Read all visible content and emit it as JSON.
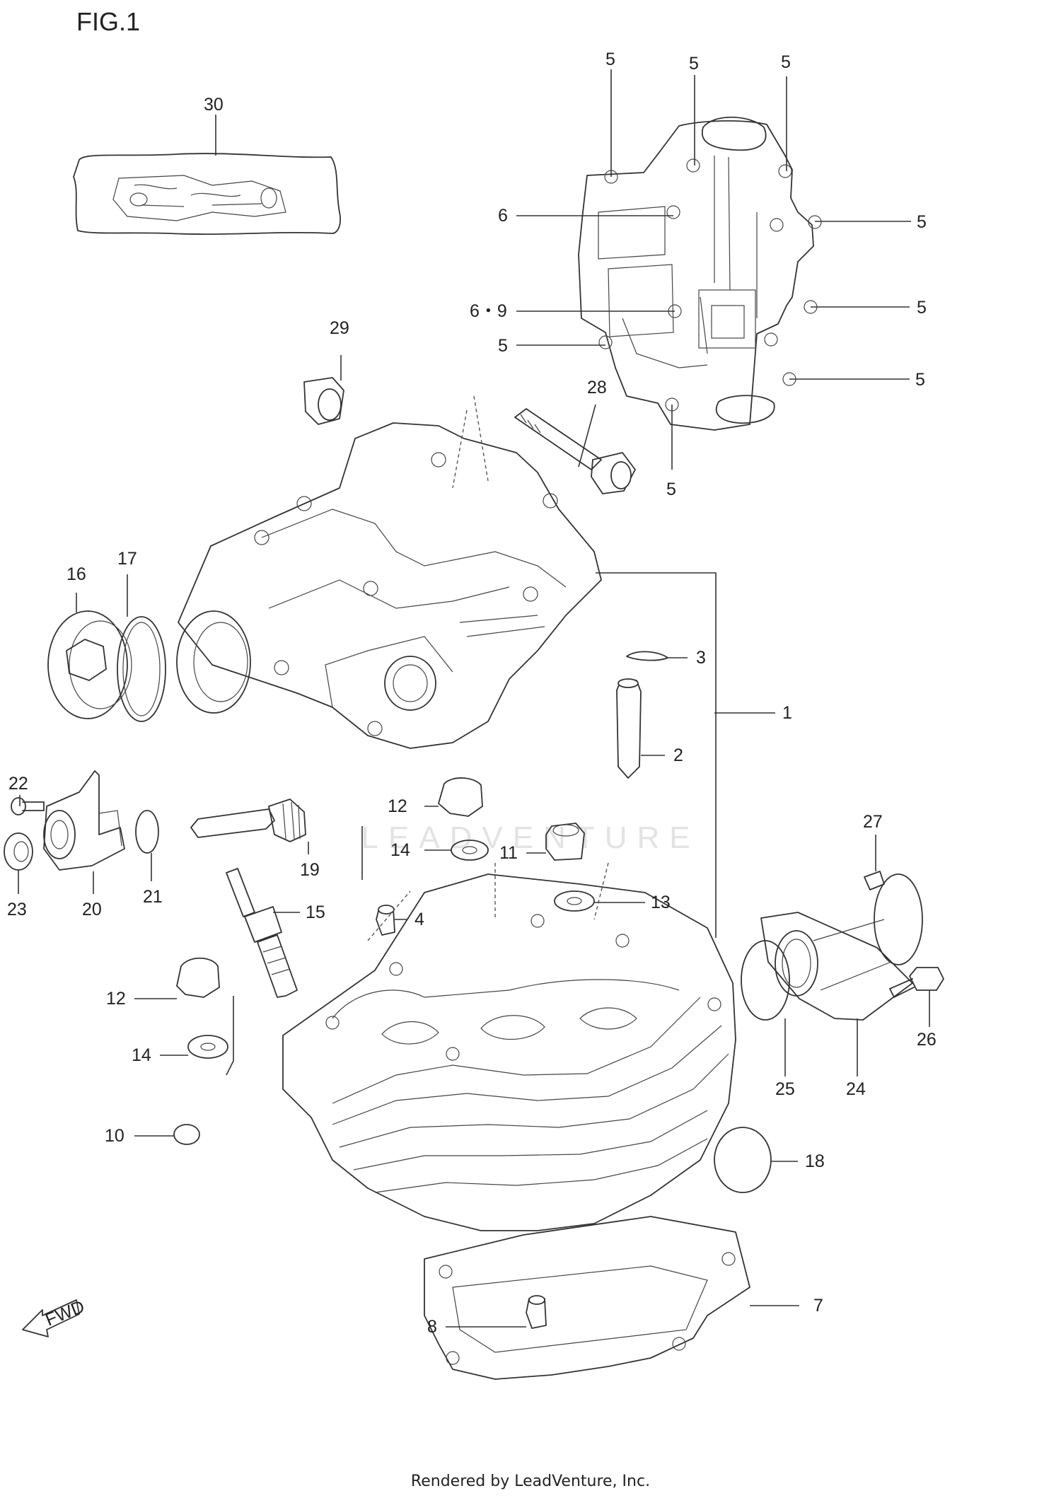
{
  "figure": {
    "title": "FIG.1"
  },
  "footer": {
    "text": "Rendered by LeadVenture, Inc."
  },
  "watermark": {
    "text": "LEADVENTURE"
  },
  "fwd_arrow": {
    "label": "FWD"
  },
  "callouts": [
    {
      "id": "c30",
      "label": "30"
    },
    {
      "id": "c5a",
      "label": "5"
    },
    {
      "id": "c5b",
      "label": "5"
    },
    {
      "id": "c5c",
      "label": "5"
    },
    {
      "id": "c6",
      "label": "6"
    },
    {
      "id": "c5d",
      "label": "5"
    },
    {
      "id": "c69",
      "label": "6・9"
    },
    {
      "id": "c5e",
      "label": "5"
    },
    {
      "id": "c5f",
      "label": "5"
    },
    {
      "id": "c5g",
      "label": "5"
    },
    {
      "id": "c29",
      "label": "29"
    },
    {
      "id": "c28",
      "label": "28"
    },
    {
      "id": "c5h",
      "label": "5"
    },
    {
      "id": "c16",
      "label": "16"
    },
    {
      "id": "c17",
      "label": "17"
    },
    {
      "id": "c3",
      "label": "3"
    },
    {
      "id": "c1",
      "label": "1"
    },
    {
      "id": "c2",
      "label": "2"
    },
    {
      "id": "c22",
      "label": "22"
    },
    {
      "id": "c12a",
      "label": "12"
    },
    {
      "id": "c14a",
      "label": "14"
    },
    {
      "id": "c11",
      "label": "11"
    },
    {
      "id": "c19",
      "label": "19"
    },
    {
      "id": "c21",
      "label": "21"
    },
    {
      "id": "c23",
      "label": "23"
    },
    {
      "id": "c20",
      "label": "20"
    },
    {
      "id": "c15",
      "label": "15"
    },
    {
      "id": "c4",
      "label": "4"
    },
    {
      "id": "c13",
      "label": "13"
    },
    {
      "id": "c27",
      "label": "27"
    },
    {
      "id": "c12b",
      "label": "12"
    },
    {
      "id": "c14b",
      "label": "14"
    },
    {
      "id": "c26",
      "label": "26"
    },
    {
      "id": "c25",
      "label": "25"
    },
    {
      "id": "c24",
      "label": "24"
    },
    {
      "id": "c10",
      "label": "10"
    },
    {
      "id": "c18",
      "label": "18"
    },
    {
      "id": "c7",
      "label": "7"
    },
    {
      "id": "c8",
      "label": "8"
    }
  ]
}
